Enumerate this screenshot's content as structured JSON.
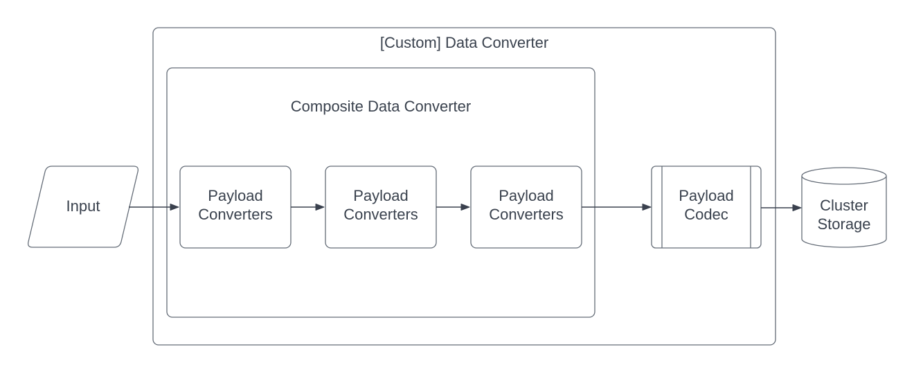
{
  "diagram_type": "flowchart",
  "containers": {
    "custom_data_converter": {
      "label": "[Custom] Data Converter"
    },
    "composite_data_converter": {
      "label": "Composite Data Converter"
    }
  },
  "nodes": {
    "input": {
      "label": "Input",
      "shape": "parallelogram"
    },
    "payload_converters_1": {
      "label": "Payload\nConverters",
      "shape": "rounded-rectangle"
    },
    "payload_converters_2": {
      "label": "Payload\nConverters",
      "shape": "rounded-rectangle"
    },
    "payload_converters_3": {
      "label": "Payload\nConverters",
      "shape": "rounded-rectangle"
    },
    "payload_codec": {
      "label": "Payload\nCodec",
      "shape": "subroutine"
    },
    "cluster_storage": {
      "label": "Cluster\nStorage",
      "shape": "cylinder"
    }
  },
  "edges": [
    {
      "from": "input",
      "to": "payload_converters_1"
    },
    {
      "from": "payload_converters_1",
      "to": "payload_converters_2"
    },
    {
      "from": "payload_converters_2",
      "to": "payload_converters_3"
    },
    {
      "from": "payload_converters_3",
      "to": "payload_codec"
    },
    {
      "from": "payload_codec",
      "to": "cluster_storage"
    }
  ],
  "colors": {
    "background": "#ffffff",
    "shape_stroke": "#646c77",
    "arrow": "#3a414e",
    "text": "#39414d"
  }
}
